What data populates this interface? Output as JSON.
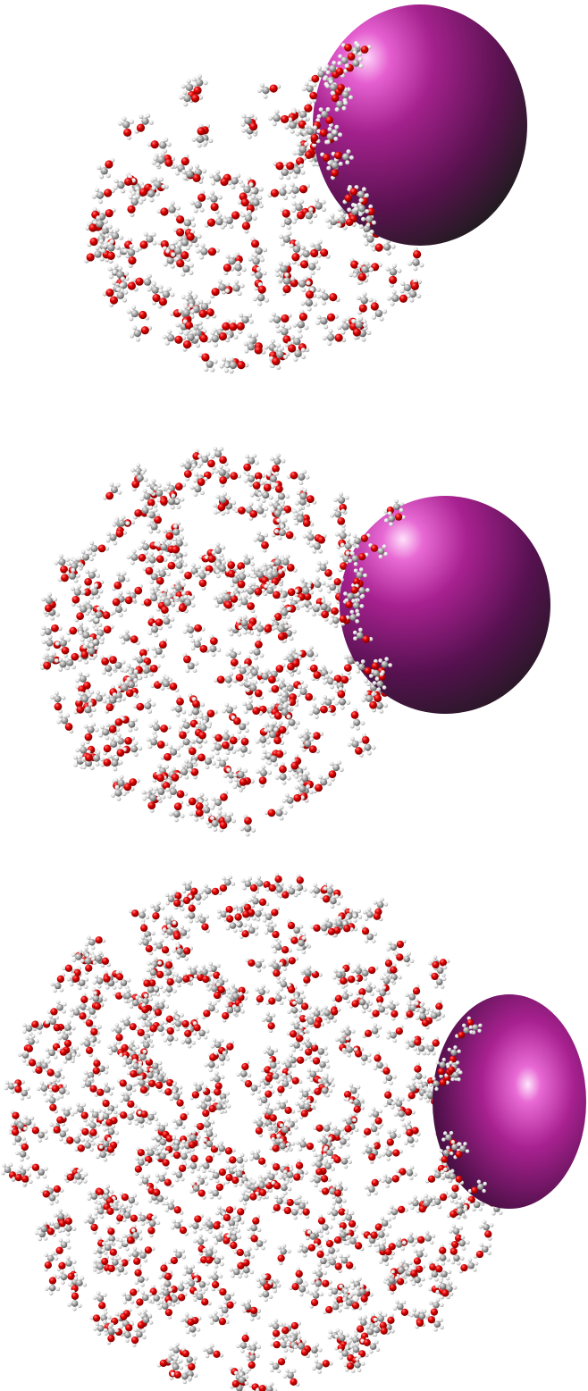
{
  "scene": {
    "background": "#ffffff",
    "colors": {
      "oxygen": "#d90000",
      "carbon": "#9a9a9a",
      "hydrogen": "#e8e8e8",
      "bond": "#bdbdbd",
      "sphere_light": "#ff9ff0",
      "sphere_mid": "#a3218c",
      "sphere_dark": "#1c1c1c"
    },
    "panels": [
      {
        "id": "panel-1",
        "cluster_density": "low",
        "sphere_side": "right-top"
      },
      {
        "id": "panel-2",
        "cluster_density": "medium",
        "sphere_side": "right"
      },
      {
        "id": "panel-3",
        "cluster_density": "high",
        "sphere_side": "right"
      }
    ]
  }
}
